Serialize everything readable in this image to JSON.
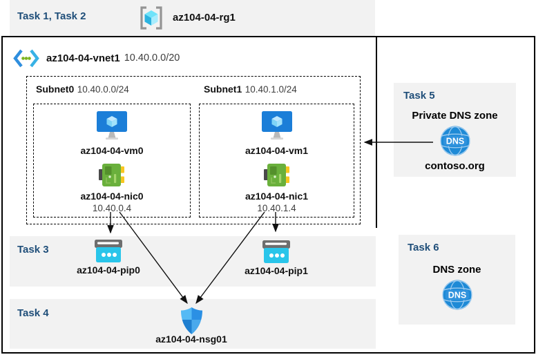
{
  "header": {
    "task_label": "Task 1, Task 2",
    "rg_name": "az104-04-rg1"
  },
  "vnet": {
    "name": "az104-04-vnet1",
    "cidr": "10.40.0.0/20"
  },
  "subnets": [
    {
      "name": "Subnet0",
      "cidr": "10.40.0.0/24",
      "vm": "az104-04-vm0",
      "nic": "az104-04-nic0",
      "ip": "10.40.0.4"
    },
    {
      "name": "Subnet1",
      "cidr": "10.40.1.0/24",
      "vm": "az104-04-vm1",
      "nic": "az104-04-nic1",
      "ip": "10.40.1.4"
    }
  ],
  "task3": {
    "label": "Task 3",
    "pip0": "az104-04-pip0",
    "pip1": "az104-04-pip1"
  },
  "task4": {
    "label": "Task 4",
    "nsg": "az104-04-nsg01"
  },
  "task5": {
    "label": "Task 5",
    "title": "Private DNS zone",
    "zone": "contoso.org",
    "dns_icon_text": "DNS"
  },
  "task6": {
    "label": "Task 6",
    "title": "DNS zone",
    "dns_icon_text": "DNS"
  },
  "colors": {
    "task_blue": "#1f4e79",
    "panel_gray": "#f2f2f2",
    "vm_blue": "#1b7ed8",
    "nic_green": "#6ab03c",
    "pip_cyan": "#29c5ea",
    "dns_blue": "#1e8ad6",
    "shield_light": "#55baf5",
    "shield_dark": "#1f7fd0"
  }
}
